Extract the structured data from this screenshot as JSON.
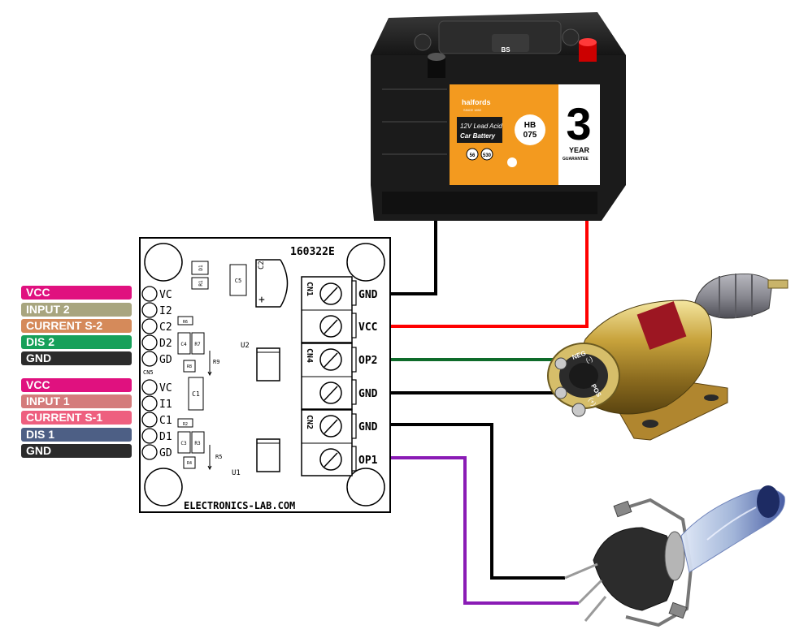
{
  "board": {
    "code": "160322E",
    "brand_text": "ELECTRONICS-LAB.COM",
    "connector_cn5": "CN5",
    "header_pins_top": [
      "VC",
      "I2",
      "C2",
      "D2",
      "GD"
    ],
    "header_pins_bottom": [
      "VC",
      "I1",
      "C1",
      "D1",
      "GD"
    ],
    "components": {
      "d1": "D1",
      "r1": "R1",
      "c5": "C5",
      "c2": "C2",
      "plus": "+",
      "r6": "R6",
      "c4": "C4",
      "r7": "R7",
      "r8": "R8",
      "r9": "R9",
      "u2": "U2",
      "c1": "C1",
      "r2": "R2",
      "c3": "C3",
      "r3": "R3",
      "r4": "R4",
      "r5": "R5",
      "u1": "U1"
    },
    "connectors": [
      "CN1",
      "CN4",
      "CN2"
    ],
    "terminal_labels": [
      "GND",
      "VCC",
      "OP2",
      "GND",
      "GND",
      "OP1"
    ]
  },
  "pin_labels": {
    "group2": [
      {
        "text": "VCC",
        "color": "#e0117f"
      },
      {
        "text": "INPUT 2",
        "color": "#a8a57f"
      },
      {
        "text": "CURRENT S-2",
        "color": "#d58a5a"
      },
      {
        "text": "DIS 2",
        "color": "#17a05a"
      },
      {
        "text": "GND",
        "color": "#2b2b2b"
      }
    ],
    "group1": [
      {
        "text": "VCC",
        "color": "#e0117f"
      },
      {
        "text": "INPUT 1",
        "color": "#d47b7b"
      },
      {
        "text": "CURRENT S-1",
        "color": "#ee5f7f"
      },
      {
        "text": "DIS 1",
        "color": "#4d5f85"
      },
      {
        "text": "GND",
        "color": "#2b2b2b"
      }
    ]
  },
  "battery": {
    "brand": "halfords",
    "since": "SINCE 1892",
    "type_line1": "12V Lead Acid",
    "type_line2": "Car Battery",
    "model_line1": "HB",
    "model_line2": "075",
    "warranty_number": "3",
    "warranty_line1": "YEAR",
    "warranty_line2": "GUARANTEE",
    "badge_a": "56",
    "badge_b": "530",
    "cell_label": "BS"
  },
  "solenoid": {
    "pos_label": "POS",
    "pos_sign": "(+)",
    "neg_label": "NEG",
    "neg_sign": "(-)"
  },
  "wire_colors": {
    "gnd": "#000000",
    "vcc": "#ff0000",
    "op2": "#0e6b2a",
    "op1": "#8a1bb5"
  }
}
